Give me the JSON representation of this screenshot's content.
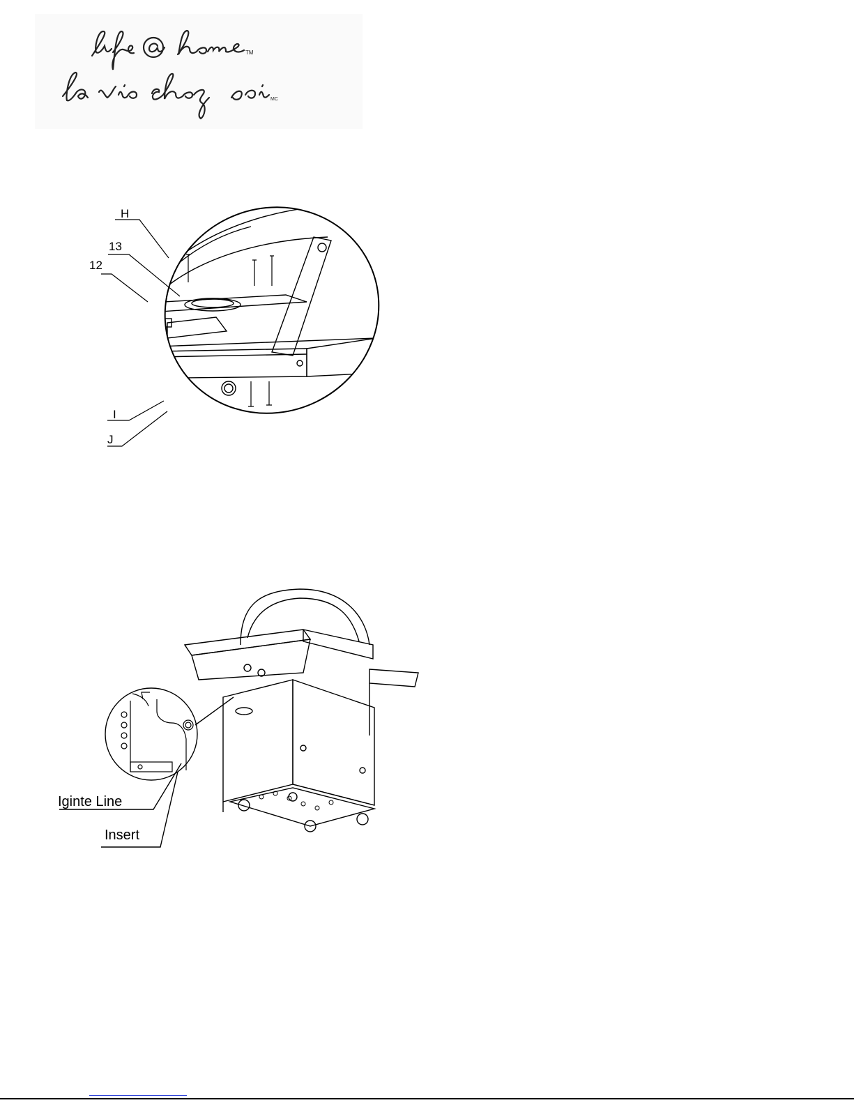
{
  "logo": {
    "line1": "life @ home",
    "line1_mark": "TM",
    "line2": "la vie chez soi",
    "line2_mark": "MC"
  },
  "figure1": {
    "callouts": [
      "H",
      "13",
      "12",
      "I",
      "J"
    ]
  },
  "figure2": {
    "callouts": [
      "Iginte Line",
      "Insert"
    ]
  },
  "colors": {
    "ink": "#000000",
    "link_underline": "#2a3fd6"
  }
}
